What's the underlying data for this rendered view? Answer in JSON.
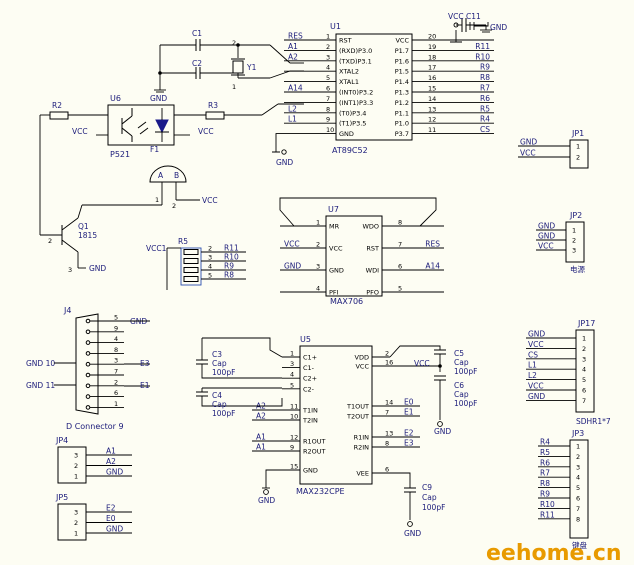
{
  "u1": {
    "ref": "U1",
    "part": "AT89C52",
    "left": [
      {
        "num": "1",
        "name": "RST",
        "net": "RES"
      },
      {
        "num": "2",
        "name": "(RXD)P3.0",
        "net": "A1"
      },
      {
        "num": "3",
        "name": "(TXD)P3.1",
        "net": "A2"
      },
      {
        "num": "4",
        "name": "XTAL2",
        "net": ""
      },
      {
        "num": "5",
        "name": "XTAL1",
        "net": ""
      },
      {
        "num": "6",
        "name": "(INT0)P3.2",
        "net": "A14"
      },
      {
        "num": "7",
        "name": "(INT1)P3.3",
        "net": ""
      },
      {
        "num": "8",
        "name": "(T0)P3.4",
        "net": "L2"
      },
      {
        "num": "9",
        "name": "(T1)P3.5",
        "net": "L1"
      },
      {
        "num": "10",
        "name": "GND",
        "net": ""
      }
    ],
    "right": [
      {
        "num": "20",
        "name": "VCC",
        "net": ""
      },
      {
        "num": "19",
        "name": "P1.7",
        "net": "R11"
      },
      {
        "num": "18",
        "name": "P1.6",
        "net": "R10"
      },
      {
        "num": "17",
        "name": "P1.5",
        "net": "R9"
      },
      {
        "num": "16",
        "name": "P1.4",
        "net": "R8"
      },
      {
        "num": "15",
        "name": "P1.3",
        "net": "R7"
      },
      {
        "num": "14",
        "name": "P1.2",
        "net": "R6"
      },
      {
        "num": "13",
        "name": "P1.1",
        "net": "R5"
      },
      {
        "num": "12",
        "name": "P1.0",
        "net": "R4"
      },
      {
        "num": "11",
        "name": "P3.7",
        "net": "CS"
      }
    ]
  },
  "u7": {
    "ref": "U7",
    "part": "MAX706",
    "left": [
      {
        "num": "1",
        "name": "MR",
        "net": ""
      },
      {
        "num": "2",
        "name": "VCC",
        "net": "VCC"
      },
      {
        "num": "3",
        "name": "GND",
        "net": "GND"
      },
      {
        "num": "4",
        "name": "PFI",
        "net": ""
      }
    ],
    "right": [
      {
        "num": "8",
        "name": "WDO",
        "net": ""
      },
      {
        "num": "7",
        "name": "RST",
        "net": "RES"
      },
      {
        "num": "6",
        "name": "WDI",
        "net": "A14"
      },
      {
        "num": "5",
        "name": "PFO",
        "net": ""
      }
    ]
  },
  "u5": {
    "ref": "U5",
    "part": "MAX232CPE",
    "left": [
      {
        "num": "1",
        "name": "C1+",
        "net": ""
      },
      {
        "num": "3",
        "name": "C1-",
        "net": ""
      },
      {
        "num": "4",
        "name": "C2+",
        "net": ""
      },
      {
        "num": "5",
        "name": "C2-",
        "net": ""
      },
      {
        "num": "11",
        "name": "T1IN",
        "net": "A2"
      },
      {
        "num": "10",
        "name": "T2IN",
        "net": "A2"
      },
      {
        "num": "12",
        "name": "R1OUT",
        "net": "A1"
      },
      {
        "num": "9",
        "name": "R2OUT",
        "net": "A1"
      },
      {
        "num": "15",
        "name": "GND",
        "net": ""
      }
    ],
    "right": [
      {
        "num": "2",
        "name": "VDD",
        "net": ""
      },
      {
        "num": "16",
        "name": "VCC",
        "net": "VCC"
      },
      {
        "num": "14",
        "name": "T1OUT",
        "net": "E0"
      },
      {
        "num": "7",
        "name": "T2OUT",
        "net": "E1"
      },
      {
        "num": "13",
        "name": "R1IN",
        "net": "E2"
      },
      {
        "num": "8",
        "name": "R2IN",
        "net": "E3"
      },
      {
        "num": "6",
        "name": "VEE",
        "net": ""
      }
    ]
  },
  "parts": {
    "c1": "C1",
    "c2": "C2",
    "y1": "Y1",
    "c11": "C11",
    "r2": "R2",
    "r3": "R3",
    "u6": "U6",
    "u6_part": "P521",
    "f1": "F1",
    "q1": "Q1",
    "q1_part": "1815",
    "r5": "R5",
    "c3": "C3",
    "c4": "C4",
    "c5": "C5",
    "c6": "C6",
    "c9": "C9",
    "cap": "Cap",
    "cap_val": "100pF"
  },
  "nets": {
    "gnd": "GND",
    "vcc": "VCC",
    "vcc1": "VCC1",
    "q1_b": "2",
    "q1_e": "3",
    "f1_a": "A",
    "f1_b": "B",
    "f1_p1": "1",
    "f1_p2": "2",
    "y1_p1": "1",
    "y1_p2": "2",
    "r5_pins": [
      {
        "num": "2",
        "net": "R11"
      },
      {
        "num": "3",
        "net": "R10"
      },
      {
        "num": "4",
        "net": "R9"
      },
      {
        "num": "5",
        "net": "R8"
      }
    ]
  },
  "j4": {
    "ref": "J4",
    "part": "D Connector 9",
    "pins": [
      "5",
      "9",
      "4",
      "8",
      "3",
      "7",
      "2",
      "6",
      "1"
    ],
    "gnd10": "GND 10",
    "gnd11": "GND 11",
    "net_e3": "E3",
    "net_e1": "E1",
    "net_gnd": "GND"
  },
  "jp1": {
    "ref": "JP1",
    "pins": [
      {
        "num": "1",
        "net": "GND"
      },
      {
        "num": "2",
        "net": "VCC"
      }
    ]
  },
  "jp2": {
    "ref": "JP2",
    "label": "电源",
    "pins": [
      {
        "num": "1",
        "net": "GND"
      },
      {
        "num": "2",
        "net": "GND"
      },
      {
        "num": "3",
        "net": "VCC"
      }
    ]
  },
  "jp17": {
    "ref": "JP17",
    "label": "SDHR1*7",
    "pins": [
      {
        "num": "1",
        "net": "GND"
      },
      {
        "num": "2",
        "net": "VCC"
      },
      {
        "num": "3",
        "net": "CS"
      },
      {
        "num": "4",
        "net": "L1"
      },
      {
        "num": "5",
        "net": "L2"
      },
      {
        "num": "6",
        "net": "VCC"
      },
      {
        "num": "7",
        "net": "GND"
      }
    ]
  },
  "jp3": {
    "ref": "JP3",
    "label": "键盘",
    "pins": [
      {
        "num": "1",
        "net": "R4"
      },
      {
        "num": "2",
        "net": "R5"
      },
      {
        "num": "3",
        "net": "R6"
      },
      {
        "num": "4",
        "net": "R7"
      },
      {
        "num": "5",
        "net": "R8"
      },
      {
        "num": "6",
        "net": "R9"
      },
      {
        "num": "7",
        "net": "R10"
      },
      {
        "num": "8",
        "net": "R11"
      }
    ]
  },
  "jp4": {
    "ref": "JP4",
    "pins": [
      {
        "num": "3",
        "net": "A1"
      },
      {
        "num": "2",
        "net": "A2"
      },
      {
        "num": "1",
        "net": "GND"
      }
    ]
  },
  "jp5": {
    "ref": "JP5",
    "pins": [
      {
        "num": "3",
        "net": "E2"
      },
      {
        "num": "2",
        "net": "E0"
      },
      {
        "num": "1",
        "net": "GND"
      }
    ]
  },
  "watermark": "eehome.cn"
}
